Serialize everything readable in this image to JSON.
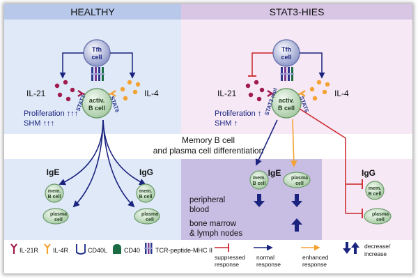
{
  "headers": {
    "healthy": "HEALTHY",
    "stat3": "STAT3-HIES"
  },
  "cells": {
    "tfh": [
      "Tfh",
      "cell"
    ],
    "activ_b": [
      "activ.",
      "B cell"
    ],
    "mem_b": [
      "mem.",
      "B cell"
    ],
    "plasma": [
      "plasma",
      "cell"
    ]
  },
  "cytokines": {
    "il21": "IL-21",
    "il4": "IL-4"
  },
  "stats": {
    "stat3": "STAT3",
    "stat3mut": "STAT3 mut",
    "stat6": "STAT6"
  },
  "healthy_effects": {
    "proliferation": "Proliferation ↑↑↑",
    "shm": "SHM ↑↑↑"
  },
  "hies_effects": {
    "proliferation": "Proliferation ↑",
    "shm": "SHM ↑"
  },
  "middle_band": [
    "Memory B cell",
    "and plasma cell differentiation"
  ],
  "isotypes": {
    "ige": "IgE",
    "igg": "IgG"
  },
  "compartments": {
    "peripheral": [
      "peripheral",
      "blood"
    ],
    "marrow": [
      "bone marrow",
      "& lymph nodes"
    ]
  },
  "legend": {
    "il21r": "IL-21R",
    "il4r": "IL-4R",
    "cd40l": "CD40L",
    "cd40": "CD40",
    "tcr": "TCR-peptide-MHC II",
    "suppressed": [
      "suppressed",
      "response"
    ],
    "normal": [
      "normal",
      "response"
    ],
    "enhanced": [
      "enhanced",
      "response"
    ],
    "decrease": [
      "decrease/",
      "increase"
    ]
  },
  "colors": {
    "healthy_bg": "#dfe9f8",
    "healthy_header": "#b7c8ea",
    "hies_bg": "#f6e8f5",
    "hies_header": "#d9c5e4",
    "ige_hies_bg": "#c8bde3",
    "navy": "#1a237e",
    "red": "#cc2229",
    "orange": "#f5a233",
    "maroon": "#a01a4c",
    "cell_green": "#cfe3cc",
    "cell_border": "#6c9b6a"
  }
}
